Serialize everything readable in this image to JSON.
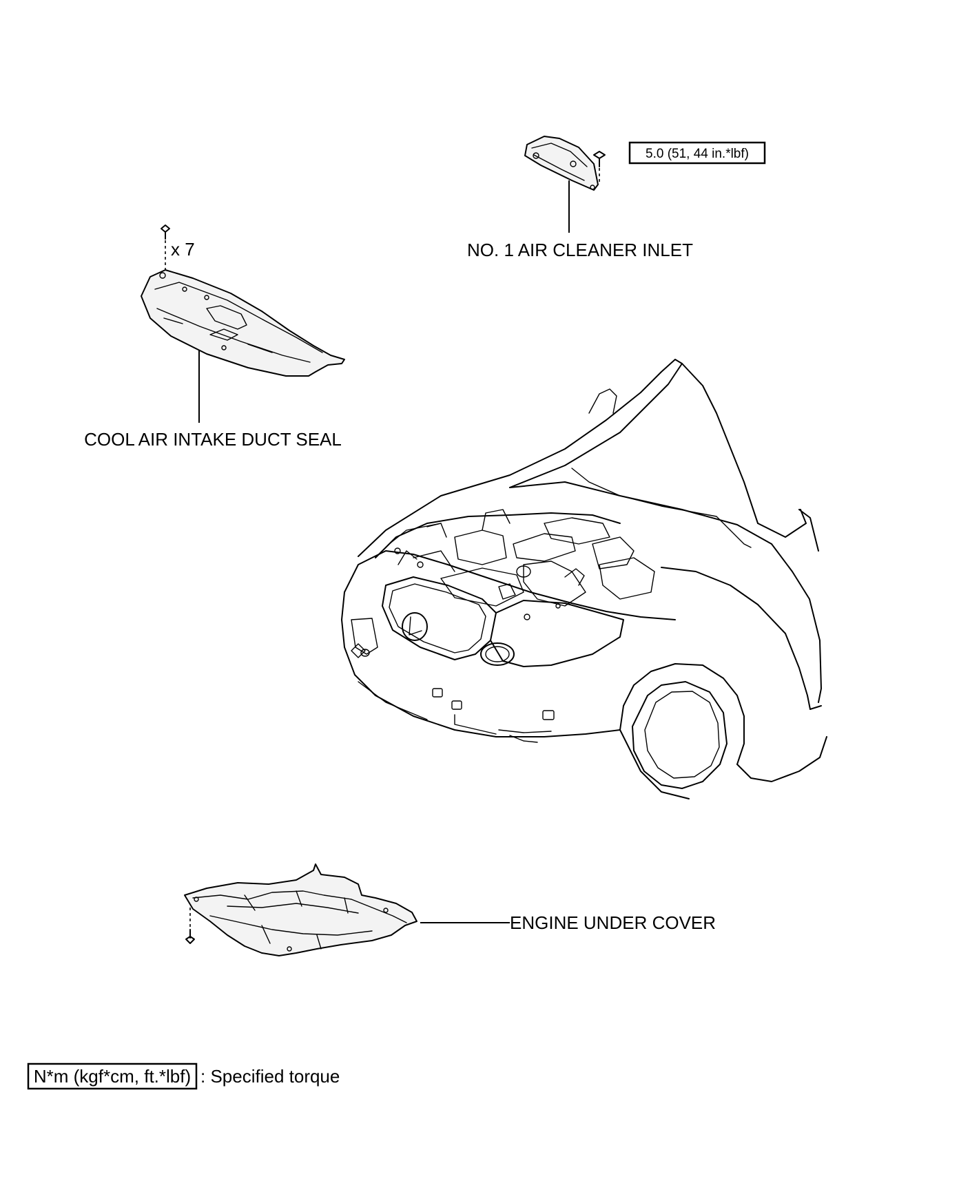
{
  "parts": {
    "air_cleaner_inlet": "NO. 1 AIR CLEANER INLET",
    "cool_air_duct_seal": "COOL AIR INTAKE DUCT SEAL",
    "engine_under_cover": "ENGINE UNDER COVER"
  },
  "quantity": "x 7",
  "torque": {
    "air_cleaner_inlet_value": "5.0 (51, 44 in.*lbf)"
  },
  "legend": {
    "unit_box": "N*m (kgf*cm, ft.*lbf)",
    "description": ": Specified torque"
  },
  "colors": {
    "line": "#000000",
    "background": "#ffffff"
  }
}
